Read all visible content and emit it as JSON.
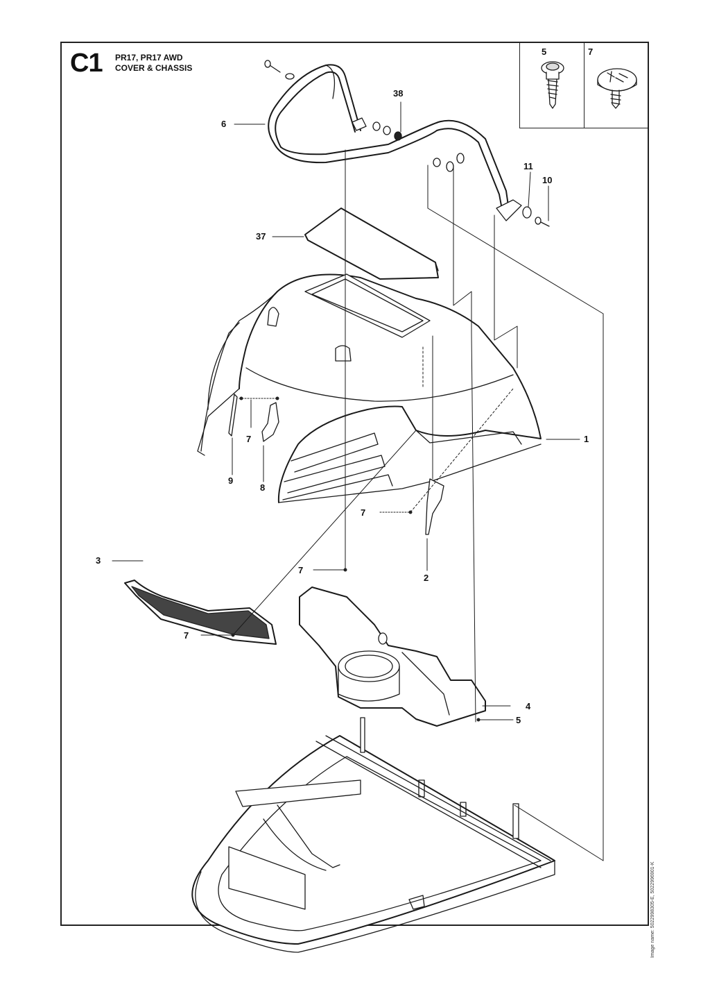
{
  "header": {
    "section_code": "C1",
    "model_line": "PR17, PR17 AWD",
    "section_title": "COVER & CHASSIS"
  },
  "inset": {
    "left_label": "5",
    "right_label": "7",
    "left_icon": "screw-icon",
    "right_icon": "cross-head-screw-icon"
  },
  "callouts": {
    "c1": "1",
    "c2": "2",
    "c3": "3",
    "c4": "4",
    "c5": "5",
    "c6": "6",
    "c7a": "7",
    "c7b": "7",
    "c7c": "7",
    "c7d": "7",
    "c8": "8",
    "c9": "9",
    "c10": "10",
    "c11": "11",
    "c37": "37",
    "c38": "38"
  },
  "parts": {
    "handle_bar": "part-6",
    "seat_pad": "part-37",
    "cover": "part-1",
    "grille": "part-3",
    "bracket_2": "part-2",
    "bracket_8": "part-8",
    "clip_9": "part-9",
    "inner_housing": "part-4",
    "chassis_frame": "chassis"
  },
  "footer": {
    "image_name": "Image name: 5022998305-E, 5022996901-K"
  }
}
